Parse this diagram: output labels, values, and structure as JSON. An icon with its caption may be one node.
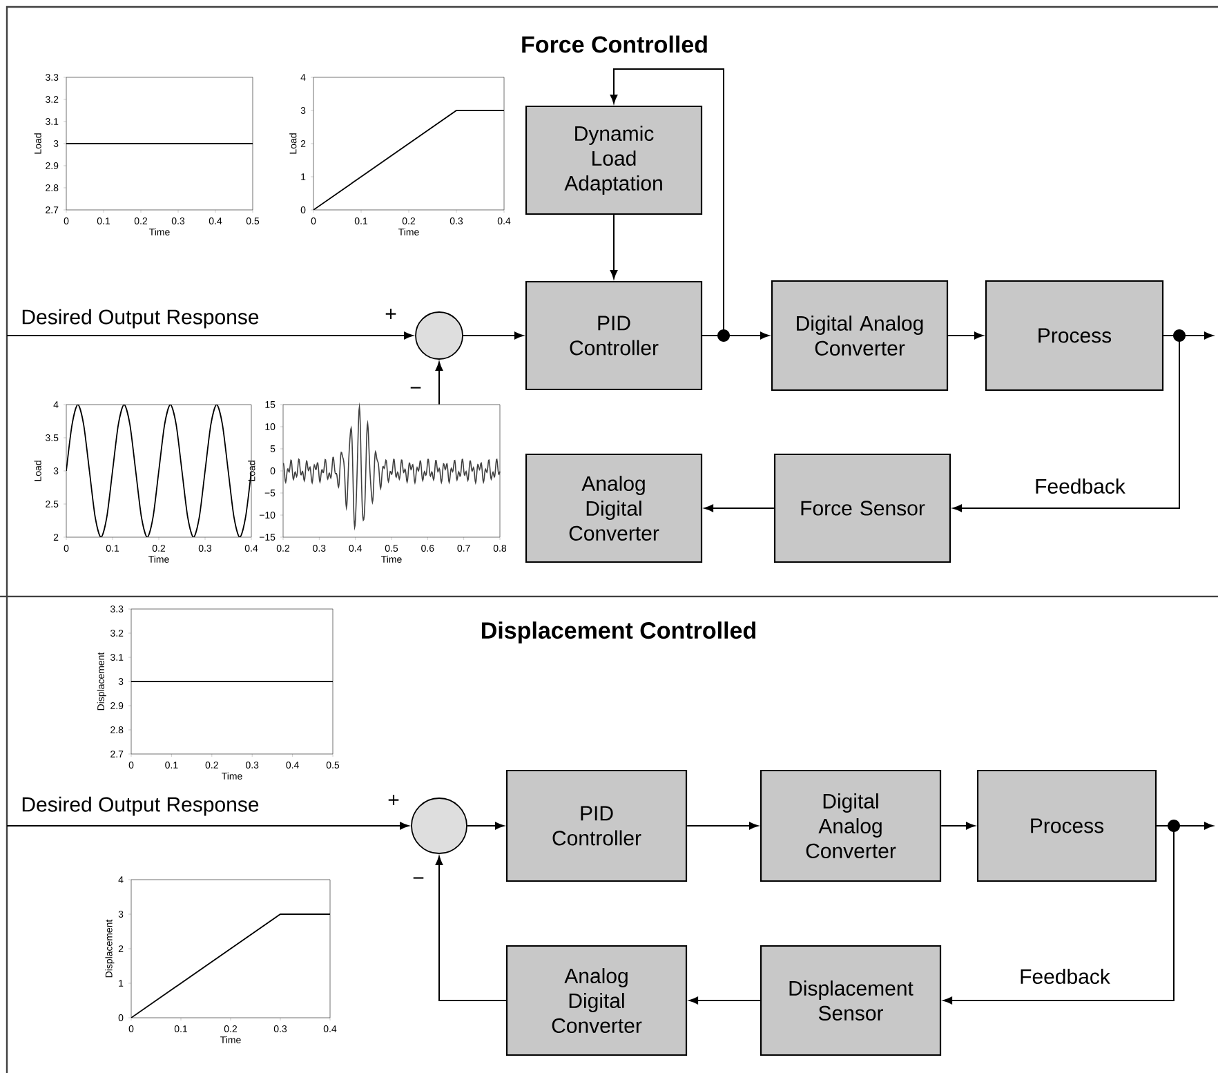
{
  "diagram": {
    "nodes": [
      {
        "text": [],
        "shape": "circle"
      },
      {
        "text": [
          "Dynamic Load Adaptation"
        ]
      },
      {
        "text": [
          "PID Controller"
        ]
      },
      {
        "text": [
          "Digital Analog Converter"
        ]
      },
      {
        "text": [
          "Process"
        ]
      },
      {
        "text": [
          "Force Sensor"
        ]
      },
      {
        "text": [
          "Analog Digital Converter"
        ]
      },
      {
        "text": [],
        "shape": "box"
      },
      {
        "text": [],
        "shape": "circle"
      },
      {
        "text": [
          "PID Controller"
        ]
      },
      {
        "text": [
          "Digital Analog Converter"
        ]
      },
      {
        "text": [
          "Process"
        ]
      },
      {
        "text": [
          "Displacement Sensor"
        ]
      },
      {
        "text": [
          "Analog Digital Converter"
        ]
      },
      {
        "text": [],
        "shape": "box"
      },
      {
        "text": [],
        "shape": "box"
      },
      {
        "text": [],
        "shape": "box"
      },
      {
        "text": [],
        "shape": "box"
      },
      {
        "text": [],
        "shape": "box"
      }
    ],
    "edges": [
      {
        "from": null,
        "to": 0,
        "arrow": "to",
        "label": "Desired Output Response"
      },
      {
        "from": 0,
        "to": 2,
        "arrow": "to"
      },
      {
        "from": 1,
        "to": 2,
        "arrow": "to"
      },
      {
        "from": 2,
        "to": 3,
        "arrow": "to"
      },
      {
        "from": 2,
        "to": 1,
        "arrow": "to"
      },
      {
        "from": 3,
        "to": 4,
        "arrow": "to"
      },
      {
        "from": 4,
        "to": null,
        "arrow": "to"
      },
      {
        "from": 4,
        "to": 5,
        "arrow": "to",
        "label": "Feedback"
      },
      {
        "from": 5,
        "to": 6,
        "arrow": "to"
      },
      {
        "from": 7,
        "to": 0,
        "arrow": "to"
      },
      {
        "from": null,
        "to": 8,
        "arrow": "to",
        "label": "Desired Output Response"
      },
      {
        "from": 8,
        "to": 9,
        "arrow": "to"
      },
      {
        "from": 9,
        "to": 10,
        "arrow": "to"
      },
      {
        "from": 10,
        "to": 11,
        "arrow": "to"
      },
      {
        "from": 11,
        "to": null,
        "arrow": "to"
      },
      {
        "from": 11,
        "to": 12,
        "arrow": "to",
        "label": "Feedback"
      },
      {
        "from": 12,
        "to": 13,
        "arrow": "to"
      },
      {
        "from": 13,
        "to": 8,
        "arrow": "to"
      }
    ],
    "labels": [
      "Force Controlled",
      "+",
      "−",
      "Displacement Controlled",
      "+",
      "−"
    ],
    "chart_data": [
      {
        "type": "line",
        "xlabel": "Time",
        "ylabel": "Load",
        "x": [
          0,
          0.1,
          0.2,
          0.3,
          0.4,
          0.5
        ],
        "series": [
          {
            "values": [
              3,
              3,
              3,
              3,
              3,
              3
            ]
          }
        ],
        "xlim": [
          0,
          0.5
        ],
        "ylim": [
          2.7,
          3.3
        ],
        "xticks": [
          0,
          0.1,
          0.2,
          0.3,
          0.4,
          0.5
        ],
        "yticks": [
          2.7,
          2.8,
          2.9,
          3,
          3.1,
          3.2,
          3.3
        ]
      },
      {
        "type": "line",
        "xlabel": "Time",
        "ylabel": "Load",
        "x": [
          0,
          0.3,
          0.4
        ],
        "series": [
          {
            "values": [
              0,
              3,
              3
            ]
          }
        ],
        "xlim": [
          0,
          0.4
        ],
        "ylim": [
          0,
          4
        ],
        "xticks": [
          0,
          0.1,
          0.2,
          0.3,
          0.4
        ],
        "yticks": [
          0,
          1,
          2,
          3,
          4
        ]
      },
      {
        "type": "line",
        "xlabel": "Time",
        "ylabel": "Load",
        "x": [
          0,
          0.0125,
          0.025,
          0.0375,
          0.05,
          0.0625,
          0.075,
          0.0875,
          0.1,
          0.1125,
          0.125,
          0.1375,
          0.15,
          0.1625,
          0.175,
          0.1875,
          0.2,
          0.2125,
          0.225,
          0.2375,
          0.25,
          0.2625,
          0.275,
          0.2875,
          0.3,
          0.3125,
          0.325,
          0.3375,
          0.35,
          0.3625,
          0.375,
          0.3875,
          0.4
        ],
        "series": [
          {
            "values": [
              3,
              3.7,
              4,
              3.7,
              3,
              2.3,
              2,
              2.3,
              3,
              3.7,
              4,
              3.7,
              3,
              2.3,
              2,
              2.3,
              3,
              3.7,
              4,
              3.7,
              3,
              2.3,
              2,
              2.3,
              3,
              3.7,
              4,
              3.7,
              3,
              2.3,
              2,
              2.3,
              3
            ]
          }
        ],
        "xlim": [
          0,
          0.4
        ],
        "ylim": [
          2,
          4
        ],
        "xticks": [
          0,
          0.1,
          0.2,
          0.3,
          0.4
        ],
        "yticks": [
          2,
          2.5,
          3,
          3.5,
          4
        ]
      },
      {
        "type": "line",
        "xlabel": "Time",
        "ylabel": "Load",
        "xlim": [
          0.2,
          0.8
        ],
        "ylim": [
          -15,
          15
        ],
        "xticks": [
          0.2,
          0.3,
          0.4,
          0.5,
          0.6,
          0.7,
          0.8
        ],
        "yticks": [
          -15,
          -10,
          -5,
          0,
          5,
          10,
          15
        ]
      },
      {
        "type": "line",
        "xlabel": "Time",
        "ylabel": "Displacement",
        "x": [
          0,
          0.1,
          0.2,
          0.3,
          0.4,
          0.5
        ],
        "series": [
          {
            "values": [
              3,
              3,
              3,
              3,
              3,
              3
            ]
          }
        ],
        "xlim": [
          0,
          0.5
        ],
        "ylim": [
          2.7,
          3.3
        ],
        "xticks": [
          0,
          0.1,
          0.2,
          0.3,
          0.4,
          0.5
        ],
        "yticks": [
          2.7,
          2.8,
          2.9,
          3,
          3.1,
          3.2,
          3.3
        ]
      },
      {
        "type": "line",
        "xlabel": "Time",
        "ylabel": "Displacement",
        "x": [
          0,
          0.3,
          0.4
        ],
        "series": [
          {
            "values": [
              0,
              3,
              3
            ]
          }
        ],
        "xlim": [
          0,
          0.4
        ],
        "ylim": [
          0,
          4
        ],
        "xticks": [
          0,
          0.1,
          0.2,
          0.3,
          0.4
        ],
        "yticks": [
          0,
          1,
          2,
          3,
          4
        ]
      }
    ]
  }
}
